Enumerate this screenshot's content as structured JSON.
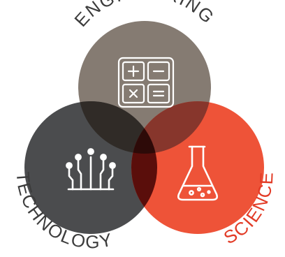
{
  "labels": {
    "engineering": "ENGINEERING",
    "technology": "TECHNOLOGY",
    "science": "SCIENCE"
  },
  "circles": {
    "engineering": {
      "color": "#857b72",
      "icon": "calculator-icon"
    },
    "technology": {
      "color": "#4b4c4e",
      "icon": "circuit-icon"
    },
    "science": {
      "color": "#ee5338",
      "icon": "flask-icon"
    }
  },
  "colors": {
    "overlap_eng_tech": "#302b27",
    "overlap_eng_sci": "#87362c",
    "overlap_tech_sci": "#5a0e0b",
    "overlap_all": "#2d0a08",
    "label_dark": "#3c3c3c",
    "label_science": "#e23b26"
  }
}
